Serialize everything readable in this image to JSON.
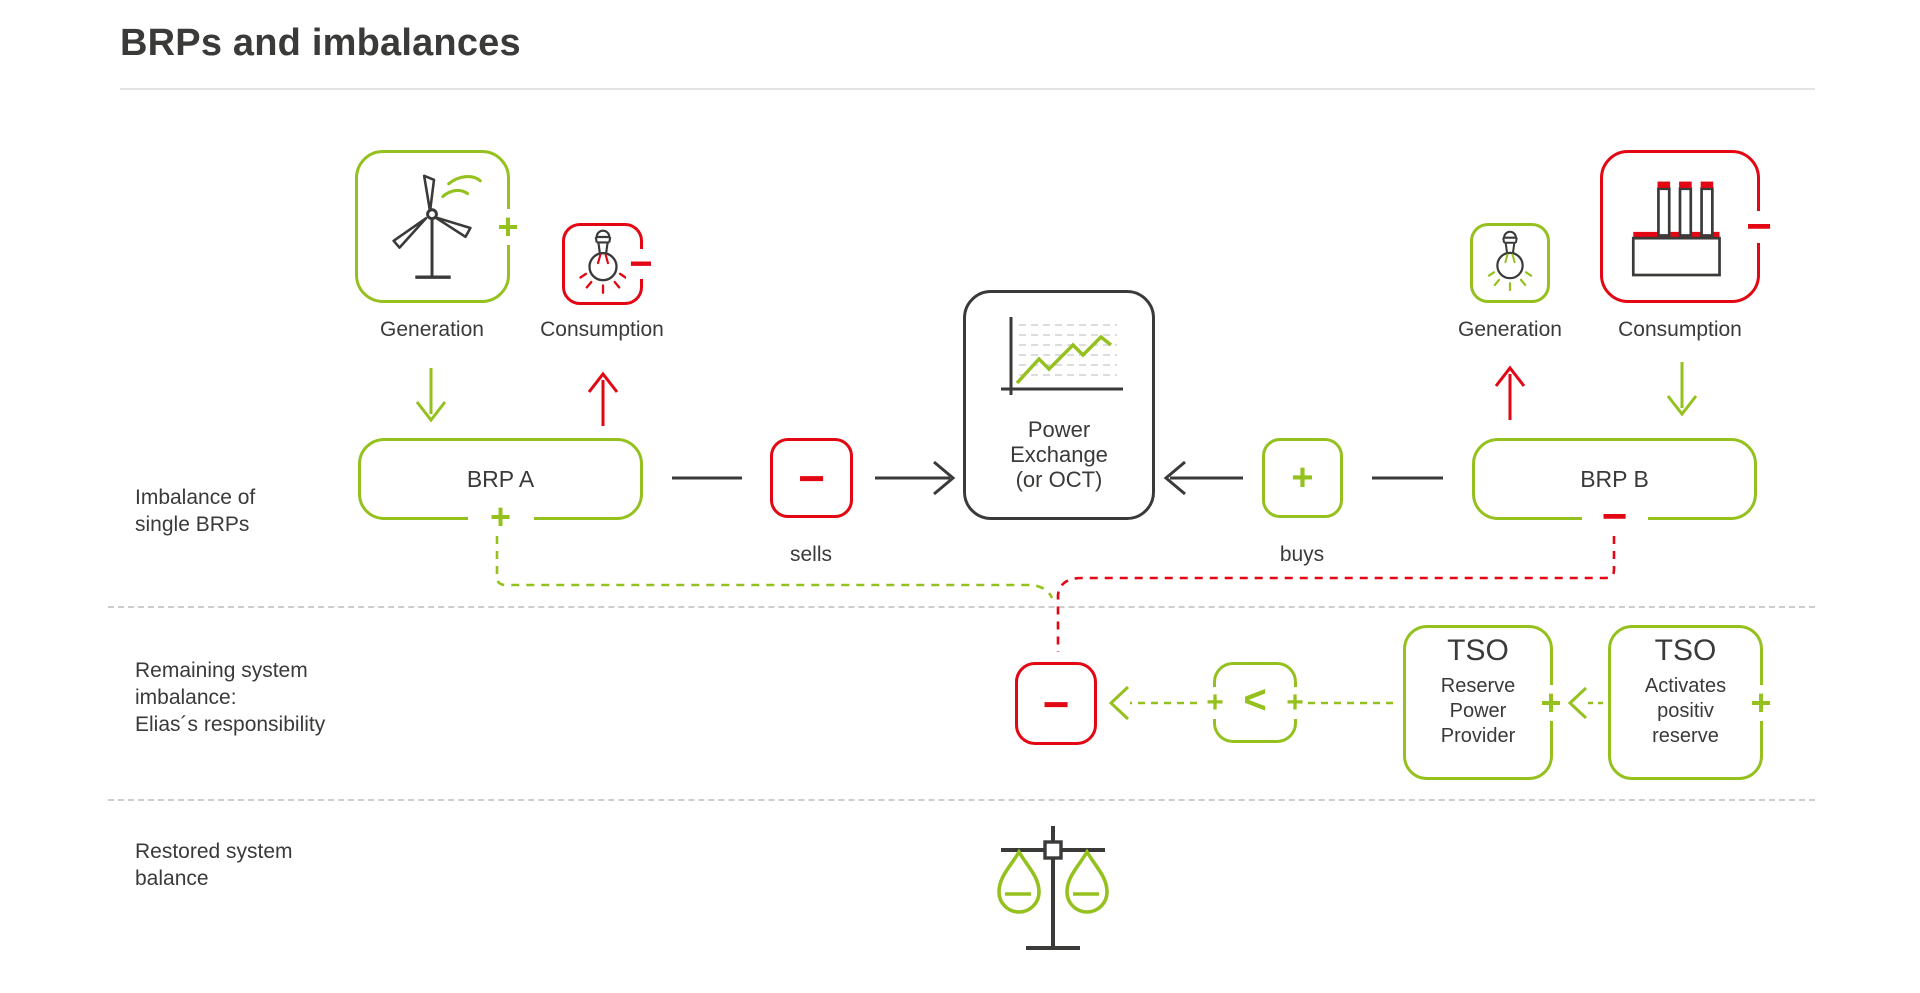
{
  "title": "BRPs and imbalances",
  "colors": {
    "green": "#95c11f",
    "red": "#e30613",
    "dark": "#3a3a39"
  },
  "section_labels": {
    "imbalance": {
      "line1": "Imbalance of",
      "line2": "single BRPs"
    },
    "remaining": {
      "line1": "Remaining system",
      "line2": "imbalance:",
      "line3": "Elias´s responsibility"
    },
    "restored": {
      "line1": "Restored system",
      "line2": "balance"
    }
  },
  "brp_a": {
    "generation_label": "Generation",
    "generation_sign": "+",
    "consumption_label": "Consumption",
    "consumption_sign": "−",
    "box_label": "BRP A",
    "imbalance_sign": "+"
  },
  "market": {
    "sells_sign": "−",
    "sells_label": "sells",
    "exchange": {
      "line1": "Power",
      "line2": "Exchange",
      "line3": "(or OCT)"
    },
    "buys_sign": "+",
    "buys_label": "buys"
  },
  "brp_b": {
    "generation_label": "Generation",
    "consumption_label": "Consumption",
    "consumption_sign": "−",
    "box_label": "BRP B",
    "imbalance_sign": "−"
  },
  "balancing": {
    "system_imbalance_sign": "−",
    "comparison": {
      "left_sign": "+",
      "operator": "<",
      "right_sign": "+"
    },
    "tso_reserve": {
      "title": "TSO",
      "line1": "Reserve",
      "line2": "Power",
      "line3": "Provider",
      "sign": "+"
    },
    "tso_activation": {
      "title": "TSO",
      "line1": "Activates",
      "line2": "positiv",
      "line3": "reserve",
      "sign": "+"
    }
  },
  "icons": {
    "wind_turbine": "wind-turbine-icon",
    "light_bulb": "light-bulb-icon",
    "factory": "factory-icon",
    "price_chart": "price-chart-icon",
    "balance_scale": "balance-scale-icon"
  }
}
